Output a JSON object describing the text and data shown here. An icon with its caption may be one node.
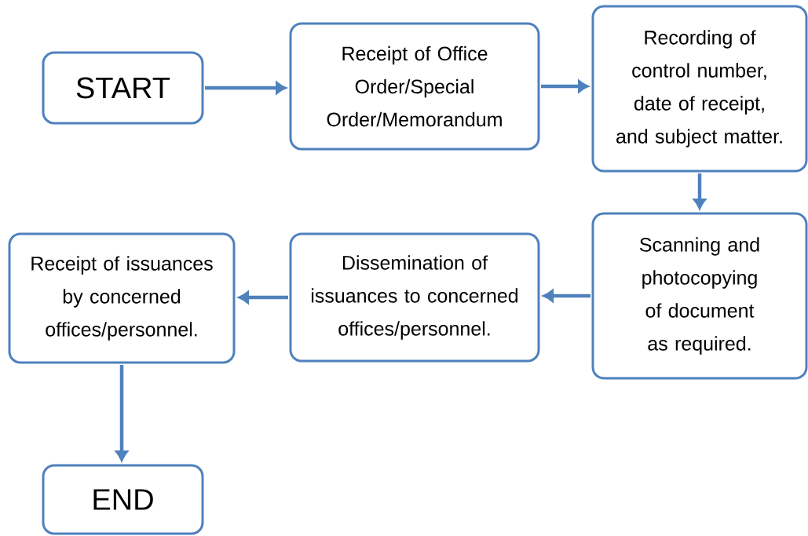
{
  "diagram": {
    "nodes": [
      {
        "text": [
          "START"
        ]
      },
      {
        "text": [
          "Receipt of Office Order/Special Order/Memorandum"
        ]
      },
      {
        "text": [
          "Recording of control number, date of receipt, and subject matter."
        ]
      },
      {
        "text": [
          "Scanning and photocopying of document as required."
        ]
      },
      {
        "text": [
          "Dissemination of issuances to concerned offices/personnel."
        ]
      },
      {
        "text": [
          "Receipt of issuances by concerned offices/personnel."
        ]
      },
      {
        "text": [
          "END"
        ]
      }
    ],
    "edges": [
      {
        "from": 0,
        "to": 1,
        "arrow": "to"
      },
      {
        "from": 1,
        "to": 2,
        "arrow": "to"
      },
      {
        "from": 2,
        "to": 3,
        "arrow": "to"
      },
      {
        "from": 3,
        "to": 4,
        "arrow": "to"
      },
      {
        "from": 4,
        "to": 5,
        "arrow": "to"
      },
      {
        "from": 5,
        "to": 6,
        "arrow": "to"
      }
    ]
  }
}
